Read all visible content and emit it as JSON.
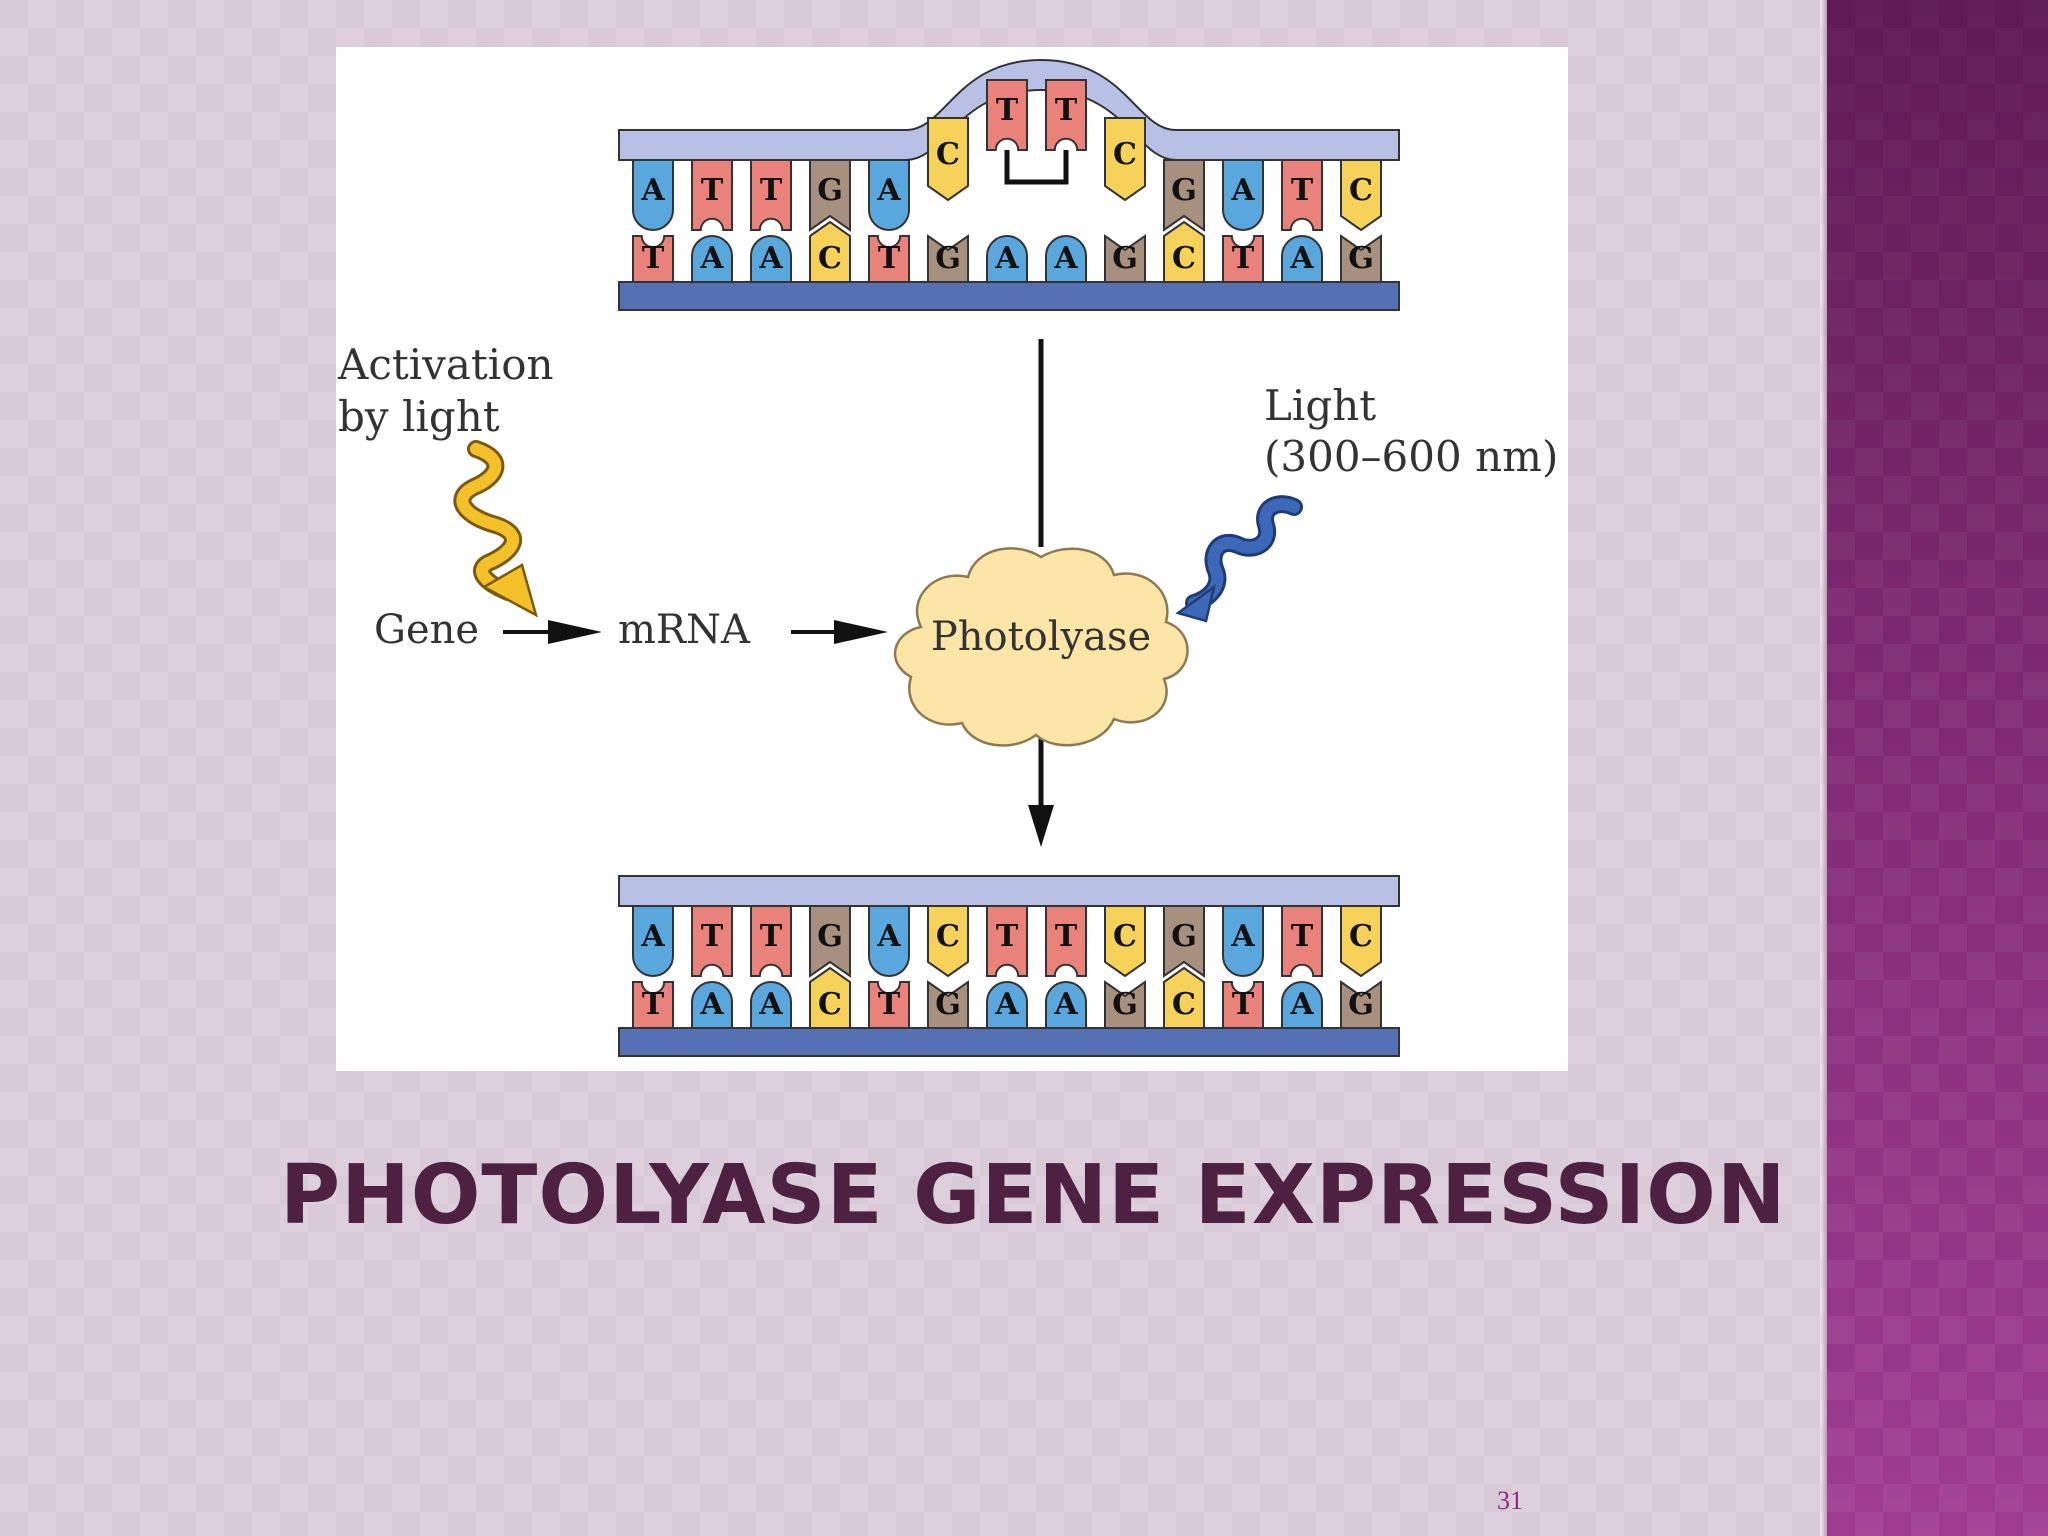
{
  "slide": {
    "title": "PHOTOLYASE GENE EXPRESSION",
    "page_number": "31"
  },
  "diagram": {
    "activation_label_line1": "Activation",
    "activation_label_line2": "by light",
    "light_label_line1": "Light",
    "light_label_line2": "(300–600 nm)",
    "gene_label": "Gene",
    "mrna_label": "mRNA",
    "photolyase_label": "Photolyase",
    "damaged_dna": {
      "top_strand": [
        "A",
        "T",
        "T",
        "G",
        "A",
        "C",
        "T",
        "T",
        "C",
        "G",
        "A",
        "T",
        "C"
      ],
      "bottom_strand": [
        "T",
        "A",
        "A",
        "C",
        "T",
        "G",
        "A",
        "A",
        "G",
        "C",
        "T",
        "A",
        "G"
      ]
    },
    "repaired_dna": {
      "top_strand": [
        "A",
        "T",
        "T",
        "G",
        "A",
        "C",
        "T",
        "T",
        "C",
        "G",
        "A",
        "T",
        "C"
      ],
      "bottom_strand": [
        "T",
        "A",
        "A",
        "C",
        "T",
        "G",
        "A",
        "A",
        "G",
        "C",
        "T",
        "A",
        "G"
      ]
    },
    "colors": {
      "A": "#5aa7de",
      "T": "#e8827a",
      "G": "#a8907e",
      "C": "#f6d25a",
      "top_backbone": "#b8c0e6",
      "bottom_backbone": "#5670b4",
      "photolyase_fill": "#fbe6a8",
      "activation_arrow": "#f4c12a",
      "light_arrow": "#3d68b8"
    },
    "icons": [
      "wavy-yellow-arrow-icon",
      "wavy-blue-arrow-icon"
    ]
  }
}
